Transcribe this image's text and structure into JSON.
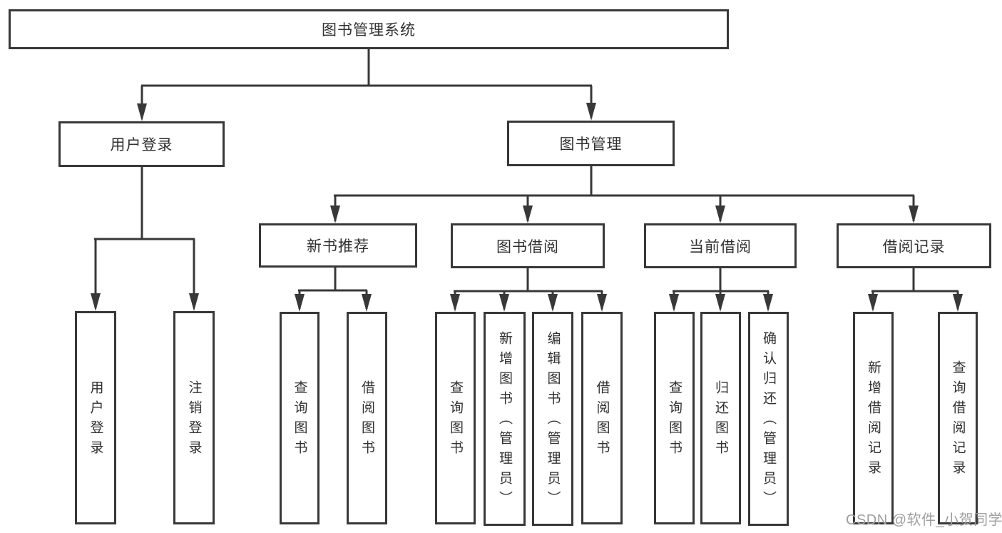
{
  "diagram_title": "图书管理系统",
  "tree": {
    "root": {
      "label": "图书管理系统"
    },
    "branches": [
      {
        "label": "用户登录",
        "children": [
          {
            "label": "用户登录"
          },
          {
            "label": "注销登录"
          }
        ]
      },
      {
        "label": "图书管理",
        "children": [
          {
            "label": "新书推荐",
            "children": [
              {
                "label": "查询图书"
              },
              {
                "label": "借阅图书"
              }
            ]
          },
          {
            "label": "图书借阅",
            "children": [
              {
                "label": "查询图书"
              },
              {
                "label": "新增图书（管理员）"
              },
              {
                "label": "编辑图书（管理员）"
              },
              {
                "label": "借阅图书"
              }
            ]
          },
          {
            "label": "当前借阅",
            "children": [
              {
                "label": "查询图书"
              },
              {
                "label": "归还图书"
              },
              {
                "label": "确认归还（管理员）"
              }
            ]
          },
          {
            "label": "借阅记录",
            "children": [
              {
                "label": "新增借阅记录"
              },
              {
                "label": "查询借阅记录"
              }
            ]
          }
        ]
      }
    ]
  },
  "watermark": "CSDN @软件_小贺同学",
  "colors": {
    "line": "#383838",
    "text": "#303030",
    "watermark": "#9e9e9e",
    "background": "#ffffff"
  }
}
